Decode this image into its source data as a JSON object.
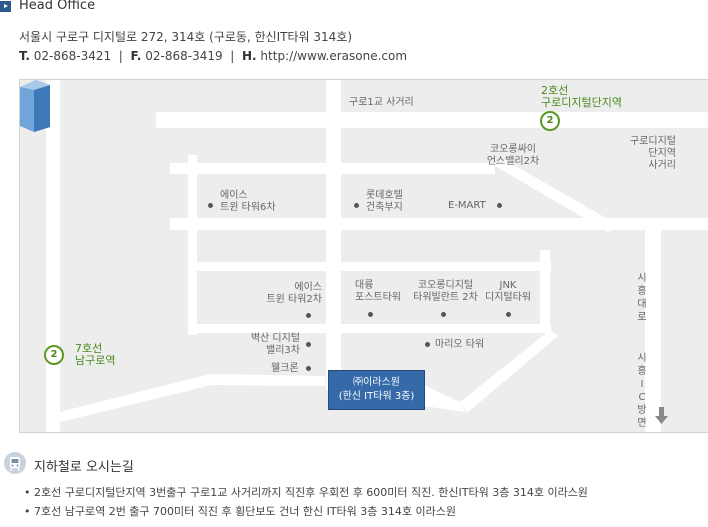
{
  "header": {
    "title": "Head Office"
  },
  "address": {
    "line": "서울시 구로구 디지털로 272, 314호 (구로동, 한신IT타워 314호)",
    "tel_label": "T.",
    "tel": "02-868-3421",
    "fax_label": "F.",
    "fax": "02-868-3419",
    "home_label": "H.",
    "home": "http://www.erasone.com",
    "sep": "|"
  },
  "map": {
    "labels": {
      "guro1": "구로1교 사거리",
      "line2_name": "2호선",
      "line2_station": "구로디지털단지역",
      "line2_badge": "2",
      "guro_digital_cross_1": "구로디지털",
      "guro_digital_cross_2": "단지역",
      "guro_digital_cross_3": "사거리",
      "kolon2_1": "코오롱싸이",
      "kolon2_2": "언스밸리2차",
      "ace6_1": "에이스",
      "ace6_2": "트윈 타워6차",
      "lotte_1": "롯데호텔",
      "lotte_2": "건축부지",
      "emart": "E-MART",
      "ace2_1": "에이스",
      "ace2_2": "트윈 타워2차",
      "daeryung_1": "대륭",
      "daeryung_2": "포스트타워",
      "kolon_digital_1": "코오롱디지털",
      "kolon_digital_2": "타워빌란트 2차",
      "jnk_1": "JNK",
      "jnk_2": "디지털타워",
      "line7_name": "7호선",
      "line7_station": "남구로역",
      "line7_badge": "2",
      "byucksan_1": "벽산 디지털",
      "byucksan_2": "밸리3차",
      "mario": "마리오 타워",
      "wellcron": "웰크론",
      "siheung_road": "시흥대로",
      "siheung_ic": "시흥IC방면",
      "here_1": "㈜이라스원",
      "here_2": "(한신  IT타워  3층)"
    },
    "colors": {
      "road": "#ffffff",
      "background": "#ededed",
      "line2": "#5a9a24",
      "marker": "#3569a8"
    }
  },
  "subway": {
    "title": "지하철로 오시는길",
    "routes": [
      "• 2호선 구로디지털단지역 3번출구 구로1교 사거리까지 직진후 우회전 후 600미터 직진. 한신IT타워 3층 314호 이라스원",
      "• 7호선 남구로역 2번 출구 700미터 직진 후 횡단보도 건너 한신 IT타워 3층 314호 이라스원"
    ]
  }
}
